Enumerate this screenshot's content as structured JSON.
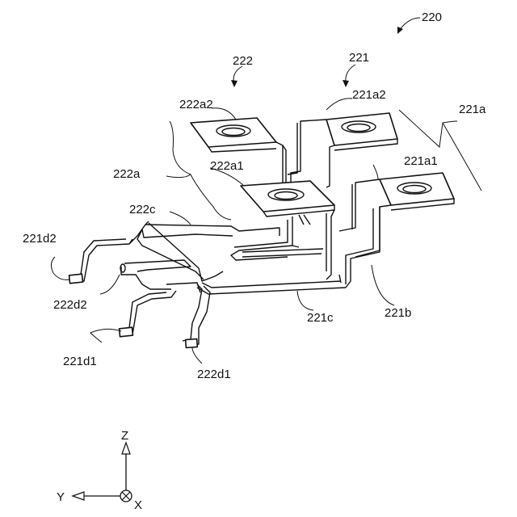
{
  "figure": {
    "ref_main": "220",
    "labels": {
      "l222": "222",
      "l221": "221",
      "l222a2": "222a2",
      "l221a2": "221a2",
      "l221a": "221a",
      "l222a1": "222a1",
      "l221a1": "221a1",
      "l222a": "222a",
      "l222c": "222c",
      "l221d2": "221d2",
      "l222d2": "222d2",
      "l221c": "221c",
      "l221b": "221b",
      "l221d1": "221d1",
      "l222d1": "222d1"
    },
    "axes": {
      "z": "Z",
      "y": "Y",
      "x": "X"
    }
  }
}
